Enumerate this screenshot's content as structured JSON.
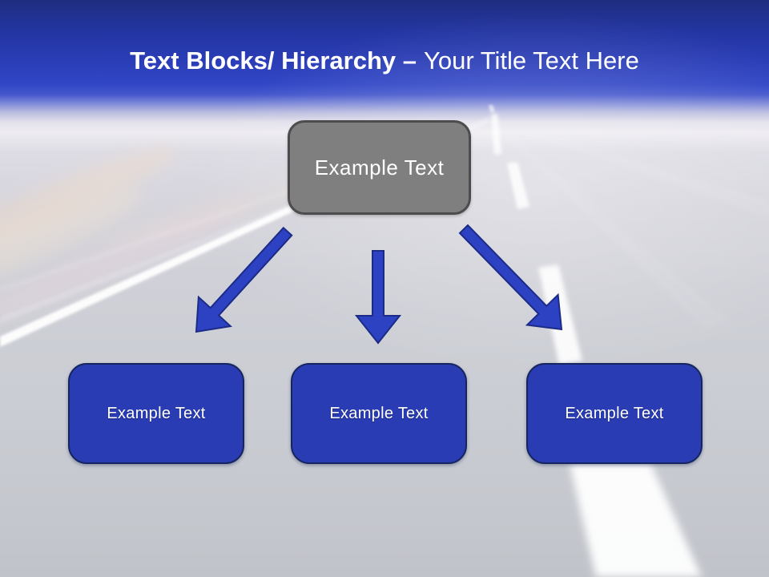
{
  "slide": {
    "title": {
      "bold": "Text Blocks/ Hierarchy –",
      "regular": "Your Title Text Here"
    },
    "hierarchy": {
      "parent": {
        "label": "Example Text"
      },
      "children": [
        {
          "label": "Example Text"
        },
        {
          "label": "Example Text"
        },
        {
          "label": "Example Text"
        }
      ]
    },
    "icons": [
      {
        "name": "down-left-arrow-icon"
      },
      {
        "name": "down-arrow-icon"
      },
      {
        "name": "down-right-arrow-icon"
      }
    ],
    "colors": {
      "header_top": "#1f2d80",
      "header_bottom": "#3146c6",
      "parent_fill": "#7f7f7f",
      "parent_border": "#4c4c4c",
      "child_fill": "#2a3cb4",
      "child_border": "#16255e",
      "arrow_fill": "#2c42c2",
      "arrow_border": "#1b2b86",
      "text": "#ffffff",
      "road_gray": "#c9cbd2"
    }
  }
}
